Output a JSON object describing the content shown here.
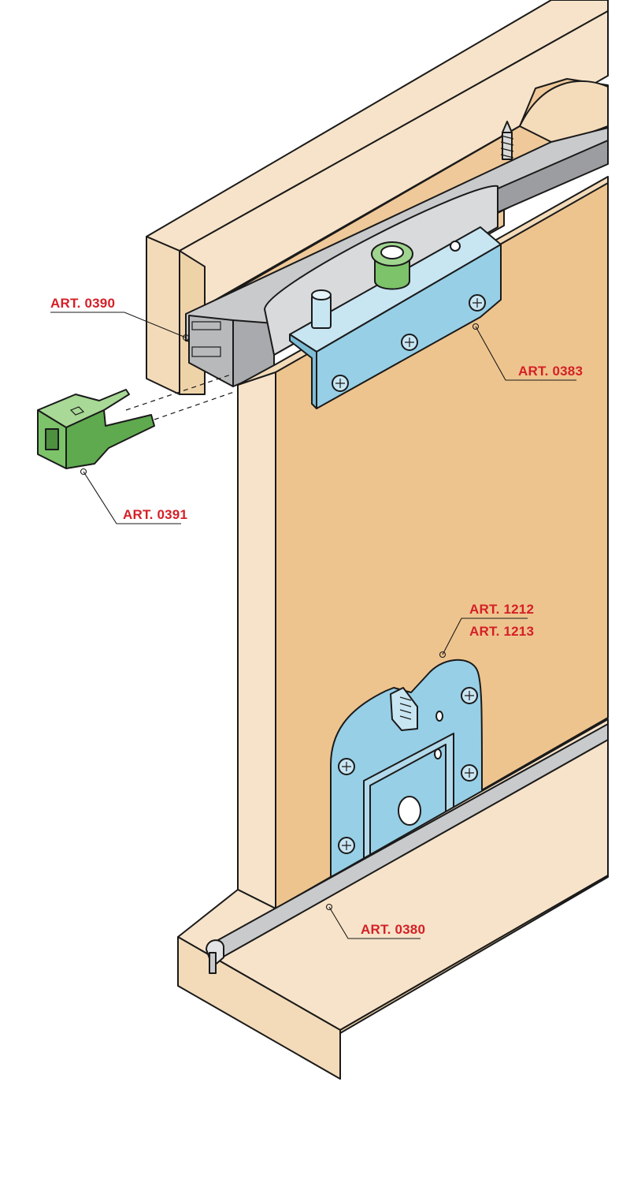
{
  "labels": {
    "rail_top": "ART. 0390",
    "top_guide": "ART. 0383",
    "end_stop": "ART. 0391",
    "bottom_roller_a": "ART. 1212",
    "bottom_roller_b": "ART. 1213",
    "bottom_rail": "ART. 0380"
  },
  "colors": {
    "wood_light": "#f7e3c9",
    "wood_mid": "#efd3a8",
    "door_face": "#eec48e",
    "metal_blue": "#97cfe6",
    "aluminium": "#b8b9bb",
    "plastic_green": "#7cc36a",
    "label_red": "#d42027"
  }
}
